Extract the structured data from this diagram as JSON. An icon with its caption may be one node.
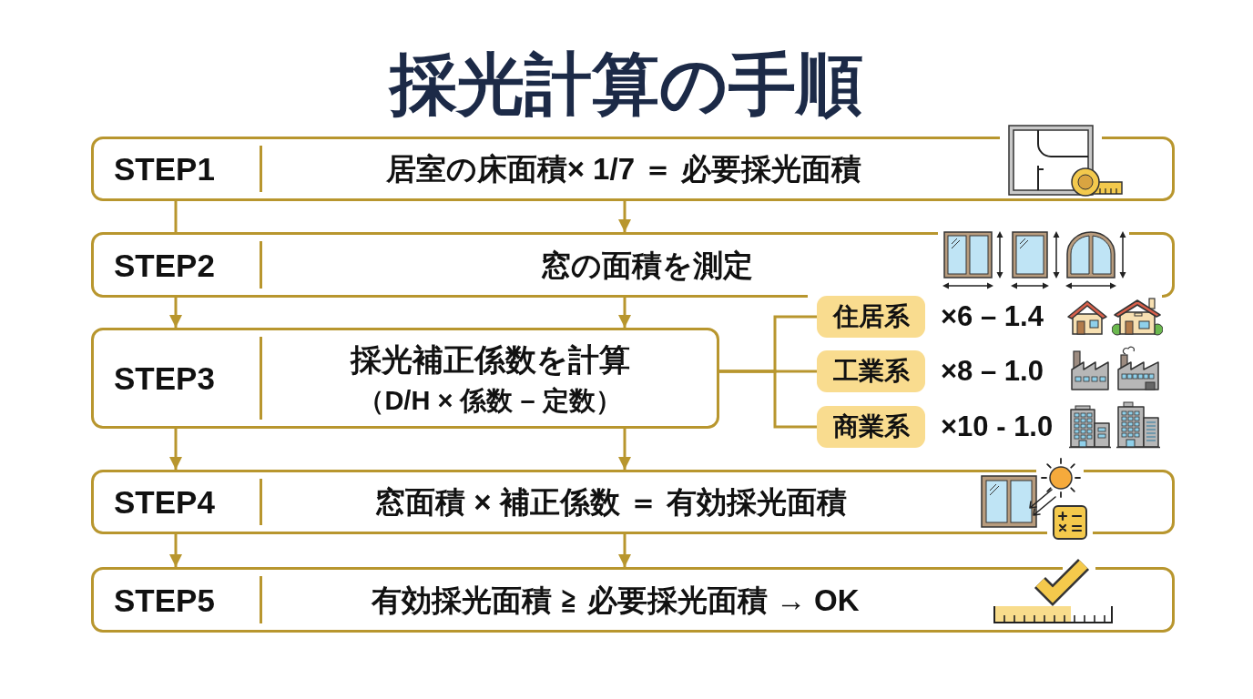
{
  "diagram": {
    "title": "採光計算の手順",
    "nodes": [
      {
        "text": [
          "STEP1",
          "居室の床面積× 1/7 ＝ 必要採光面積"
        ]
      },
      {
        "text": [
          "STEP2",
          "窓の面積を測定"
        ]
      },
      {
        "text": [
          "STEP3",
          "採光補正係数を計算",
          "（D/H × 係数 – 定数）"
        ]
      },
      {
        "text": [
          "住居系"
        ],
        "beside": [
          "×6 – 1.4"
        ]
      },
      {
        "text": [
          "工業系"
        ],
        "beside": [
          "×8 – 1.0"
        ]
      },
      {
        "text": [
          "商業系"
        ],
        "beside": [
          "×10 - 1.0"
        ]
      },
      {
        "text": [
          "STEP4",
          "窓面積 × 補正係数 ＝ 有効採光面積"
        ]
      },
      {
        "text": [
          "STEP5",
          "有効採光面積 ≧ 必要採光面積 → OK"
        ]
      }
    ],
    "edges": [
      {
        "from": 0,
        "to": 1,
        "arrow": "none"
      },
      {
        "from": 0,
        "to": 1,
        "arrow": "to"
      },
      {
        "from": 1,
        "to": 2,
        "arrow": "to"
      },
      {
        "from": 1,
        "to": 2,
        "arrow": "to"
      },
      {
        "from": 2,
        "to": 6,
        "arrow": "to"
      },
      {
        "from": 2,
        "to": 6,
        "arrow": "to"
      },
      {
        "from": 6,
        "to": 7,
        "arrow": "to"
      },
      {
        "from": 6,
        "to": 7,
        "arrow": "to"
      },
      {
        "from": 2,
        "to": 3,
        "arrow": "none"
      },
      {
        "from": 2,
        "to": 4,
        "arrow": "none"
      },
      {
        "from": 2,
        "to": 5,
        "arrow": "none"
      }
    ]
  }
}
